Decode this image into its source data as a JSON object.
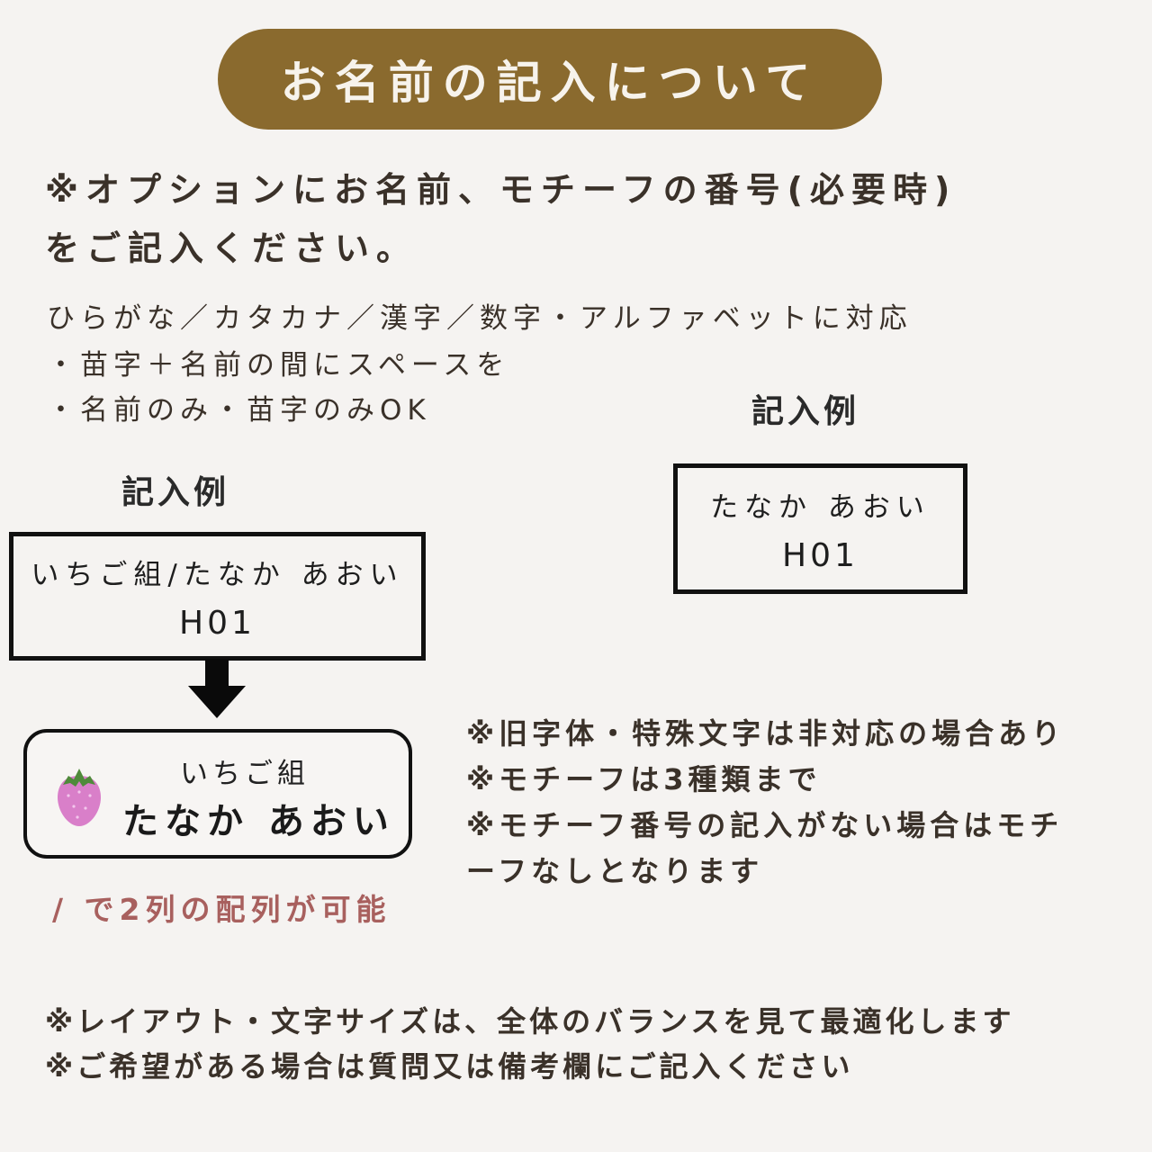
{
  "title": "お名前の記入について",
  "lead": {
    "line1": "※オプションにお名前、モチーフの番号(必要時)",
    "line2": "をご記入ください。"
  },
  "supported": {
    "line1": "ひらがな／カタカナ／漢字／数字・アルファベットに対応",
    "line2": "・苗字＋名前の間にスペースを",
    "line3": "・名前のみ・苗字のみOK"
  },
  "example_left": {
    "label": "記入例",
    "input_line1": "いちご組/たなか あおい",
    "input_line2": "H01",
    "result_line1": "いちご組",
    "result_line2": "たなか あおい",
    "motif_icon": "strawberry-icon",
    "caption": "/ で2列の配列が可能"
  },
  "example_right": {
    "label": "記入例",
    "input_line1": "たなか あおい",
    "input_line2": "H01"
  },
  "notes": [
    "※旧字体・特殊文字は非対応の場合あり",
    "※モチーフは3種類まで",
    "※モチーフ番号の記入がない場合はモチ",
    "ーフなしとなります"
  ],
  "footer": [
    "※レイアウト・文字サイズは、全体のバランスを見て最適化します",
    "※ご希望がある場合は質問又は備考欄にご記入ください"
  ],
  "colors": {
    "background": "#f5f3f1",
    "title_bg": "#8a6a2e",
    "text": "#3a3129",
    "caption": "#a8605e",
    "strawberry": "#d97fc9",
    "leaf": "#4f8a3a"
  }
}
